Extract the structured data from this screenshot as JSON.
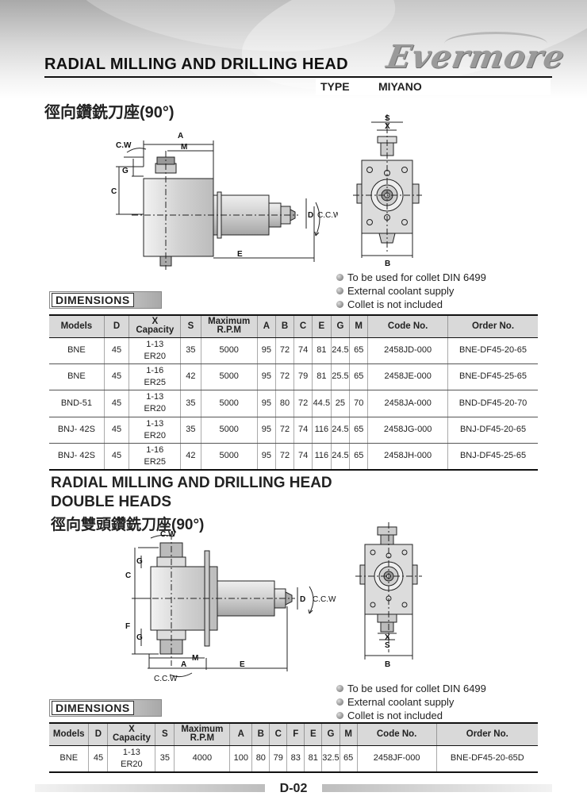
{
  "header": {
    "title": "RADIAL MILLING AND DRILLING HEAD",
    "type_label": "TYPE",
    "type_value": "MIYANO",
    "logo": "Evermore"
  },
  "section1": {
    "title_cjk": "徑向鑽銑刀座(90°)",
    "drawing_labels": {
      "a": "A",
      "m": "M",
      "cw": "C.W",
      "g": "G",
      "c": "C",
      "e": "E",
      "d": "D",
      "ccw": "C.C.W",
      "s": "S",
      "x": "X",
      "b": "B"
    },
    "dimensions_label": "DIMENSIONS",
    "notes": [
      "To be used for collet DIN 6499",
      "External coolant supply",
      "Collet is not included"
    ],
    "table": {
      "headers": [
        "Models",
        "D",
        "X Capacity",
        "S",
        "Maximum R.P.M",
        "A",
        "B",
        "C",
        "E",
        "G",
        "M",
        "Code No.",
        "Order No."
      ],
      "header_x_top": "X",
      "header_x_bottom": "Capacity",
      "header_rpm_top": "Maximum",
      "header_rpm_bottom": "R.P.M",
      "rows": [
        [
          "BNE",
          "45",
          "1-13",
          "ER20",
          "35",
          "5000",
          "95",
          "72",
          "74",
          "81",
          "24.5",
          "65",
          "2458JD-000",
          "BNE-DF45-20-65"
        ],
        [
          "BNE",
          "45",
          "1-16",
          "ER25",
          "42",
          "5000",
          "95",
          "72",
          "79",
          "81",
          "25.5",
          "65",
          "2458JE-000",
          "BNE-DF45-25-65"
        ],
        [
          "BND-51",
          "45",
          "1-13",
          "ER20",
          "35",
          "5000",
          "95",
          "80",
          "72",
          "44.5",
          "25",
          "70",
          "2458JA-000",
          "BND-DF45-20-70"
        ],
        [
          "BNJ- 42S",
          "45",
          "1-13",
          "ER20",
          "35",
          "5000",
          "95",
          "72",
          "74",
          "116",
          "24.5",
          "65",
          "2458JG-000",
          "BNJ-DF45-20-65"
        ],
        [
          "BNJ- 42S",
          "45",
          "1-16",
          "ER25",
          "42",
          "5000",
          "95",
          "72",
          "74",
          "116",
          "24.5",
          "65",
          "2458JH-000",
          "BNJ-DF45-25-65"
        ]
      ]
    }
  },
  "section2": {
    "title_line1": "RADIAL MILLING AND DRILLING HEAD",
    "title_line2": "DOUBLE HEADS",
    "title_cjk": "徑向雙頭鑽銑刀座(90°)",
    "drawing_labels": {
      "cw": "C.W",
      "c": "C",
      "g": "G",
      "f": "F",
      "g2": "G",
      "m": "M",
      "a": "A",
      "e": "E",
      "ccw_bottom": "C.C.W",
      "d": "D",
      "ccw": "C.C.W",
      "x": "X",
      "s": "S",
      "b": "B"
    },
    "dimensions_label": "DIMENSIONS",
    "notes": [
      "To be used for collet DIN 6499",
      "External coolant supply",
      "Collet is not included"
    ],
    "table": {
      "headers": [
        "Models",
        "D",
        "X Capacity",
        "S",
        "Maximum R.P.M",
        "A",
        "B",
        "C",
        "F",
        "E",
        "G",
        "M",
        "Code No.",
        "Order No."
      ],
      "header_x_top": "X",
      "header_x_bottom": "Capacity",
      "header_rpm_top": "Maximum",
      "header_rpm_bottom": "R.P.M",
      "rows": [
        [
          "BNE",
          "45",
          "1-13",
          "ER20",
          "35",
          "4000",
          "100",
          "80",
          "79",
          "83",
          "81",
          "32.5",
          "65",
          "2458JF-000",
          "BNE-DF45-20-65D"
        ]
      ]
    }
  },
  "footer": {
    "page": "D-02"
  }
}
